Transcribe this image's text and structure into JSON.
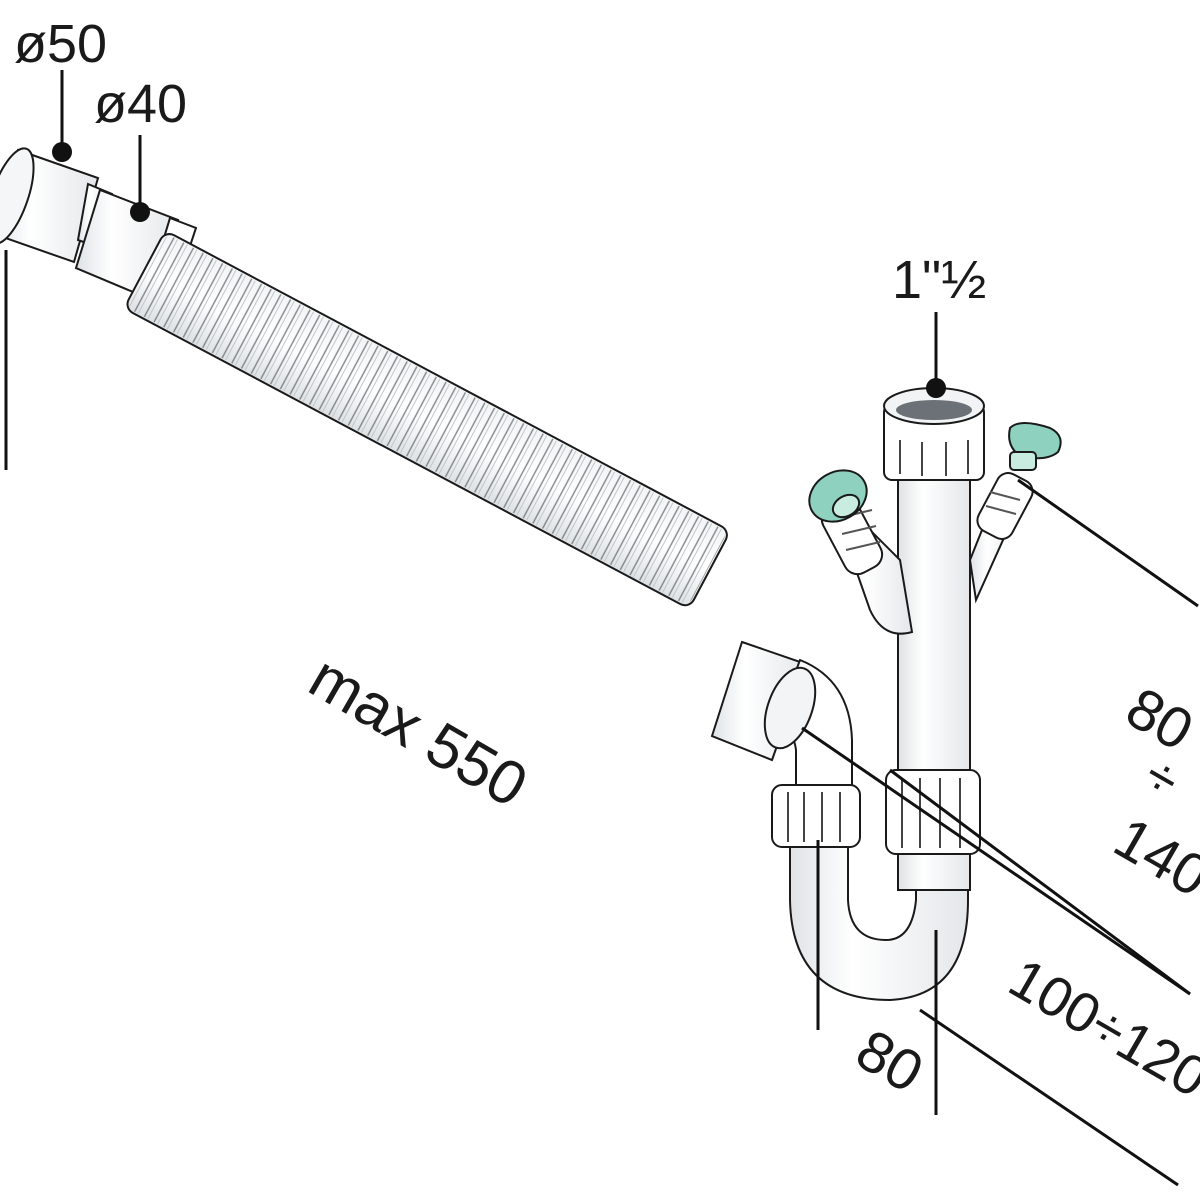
{
  "labels": {
    "inlet_outer_diameter": "ø50",
    "inlet_inner_diameter": "ø40",
    "thread_size": "1\"½",
    "hose_length": "max 550",
    "inlet_height_from": "80",
    "inlet_height_sep": "÷",
    "inlet_height_to": "140",
    "trap_depth": "100÷120",
    "trap_width": "80"
  },
  "colors": {
    "pipe": "#ffffff",
    "pipe_shade": "#e9ecee",
    "outline": "#1a1a1a",
    "connector": "#8fd1bf"
  }
}
